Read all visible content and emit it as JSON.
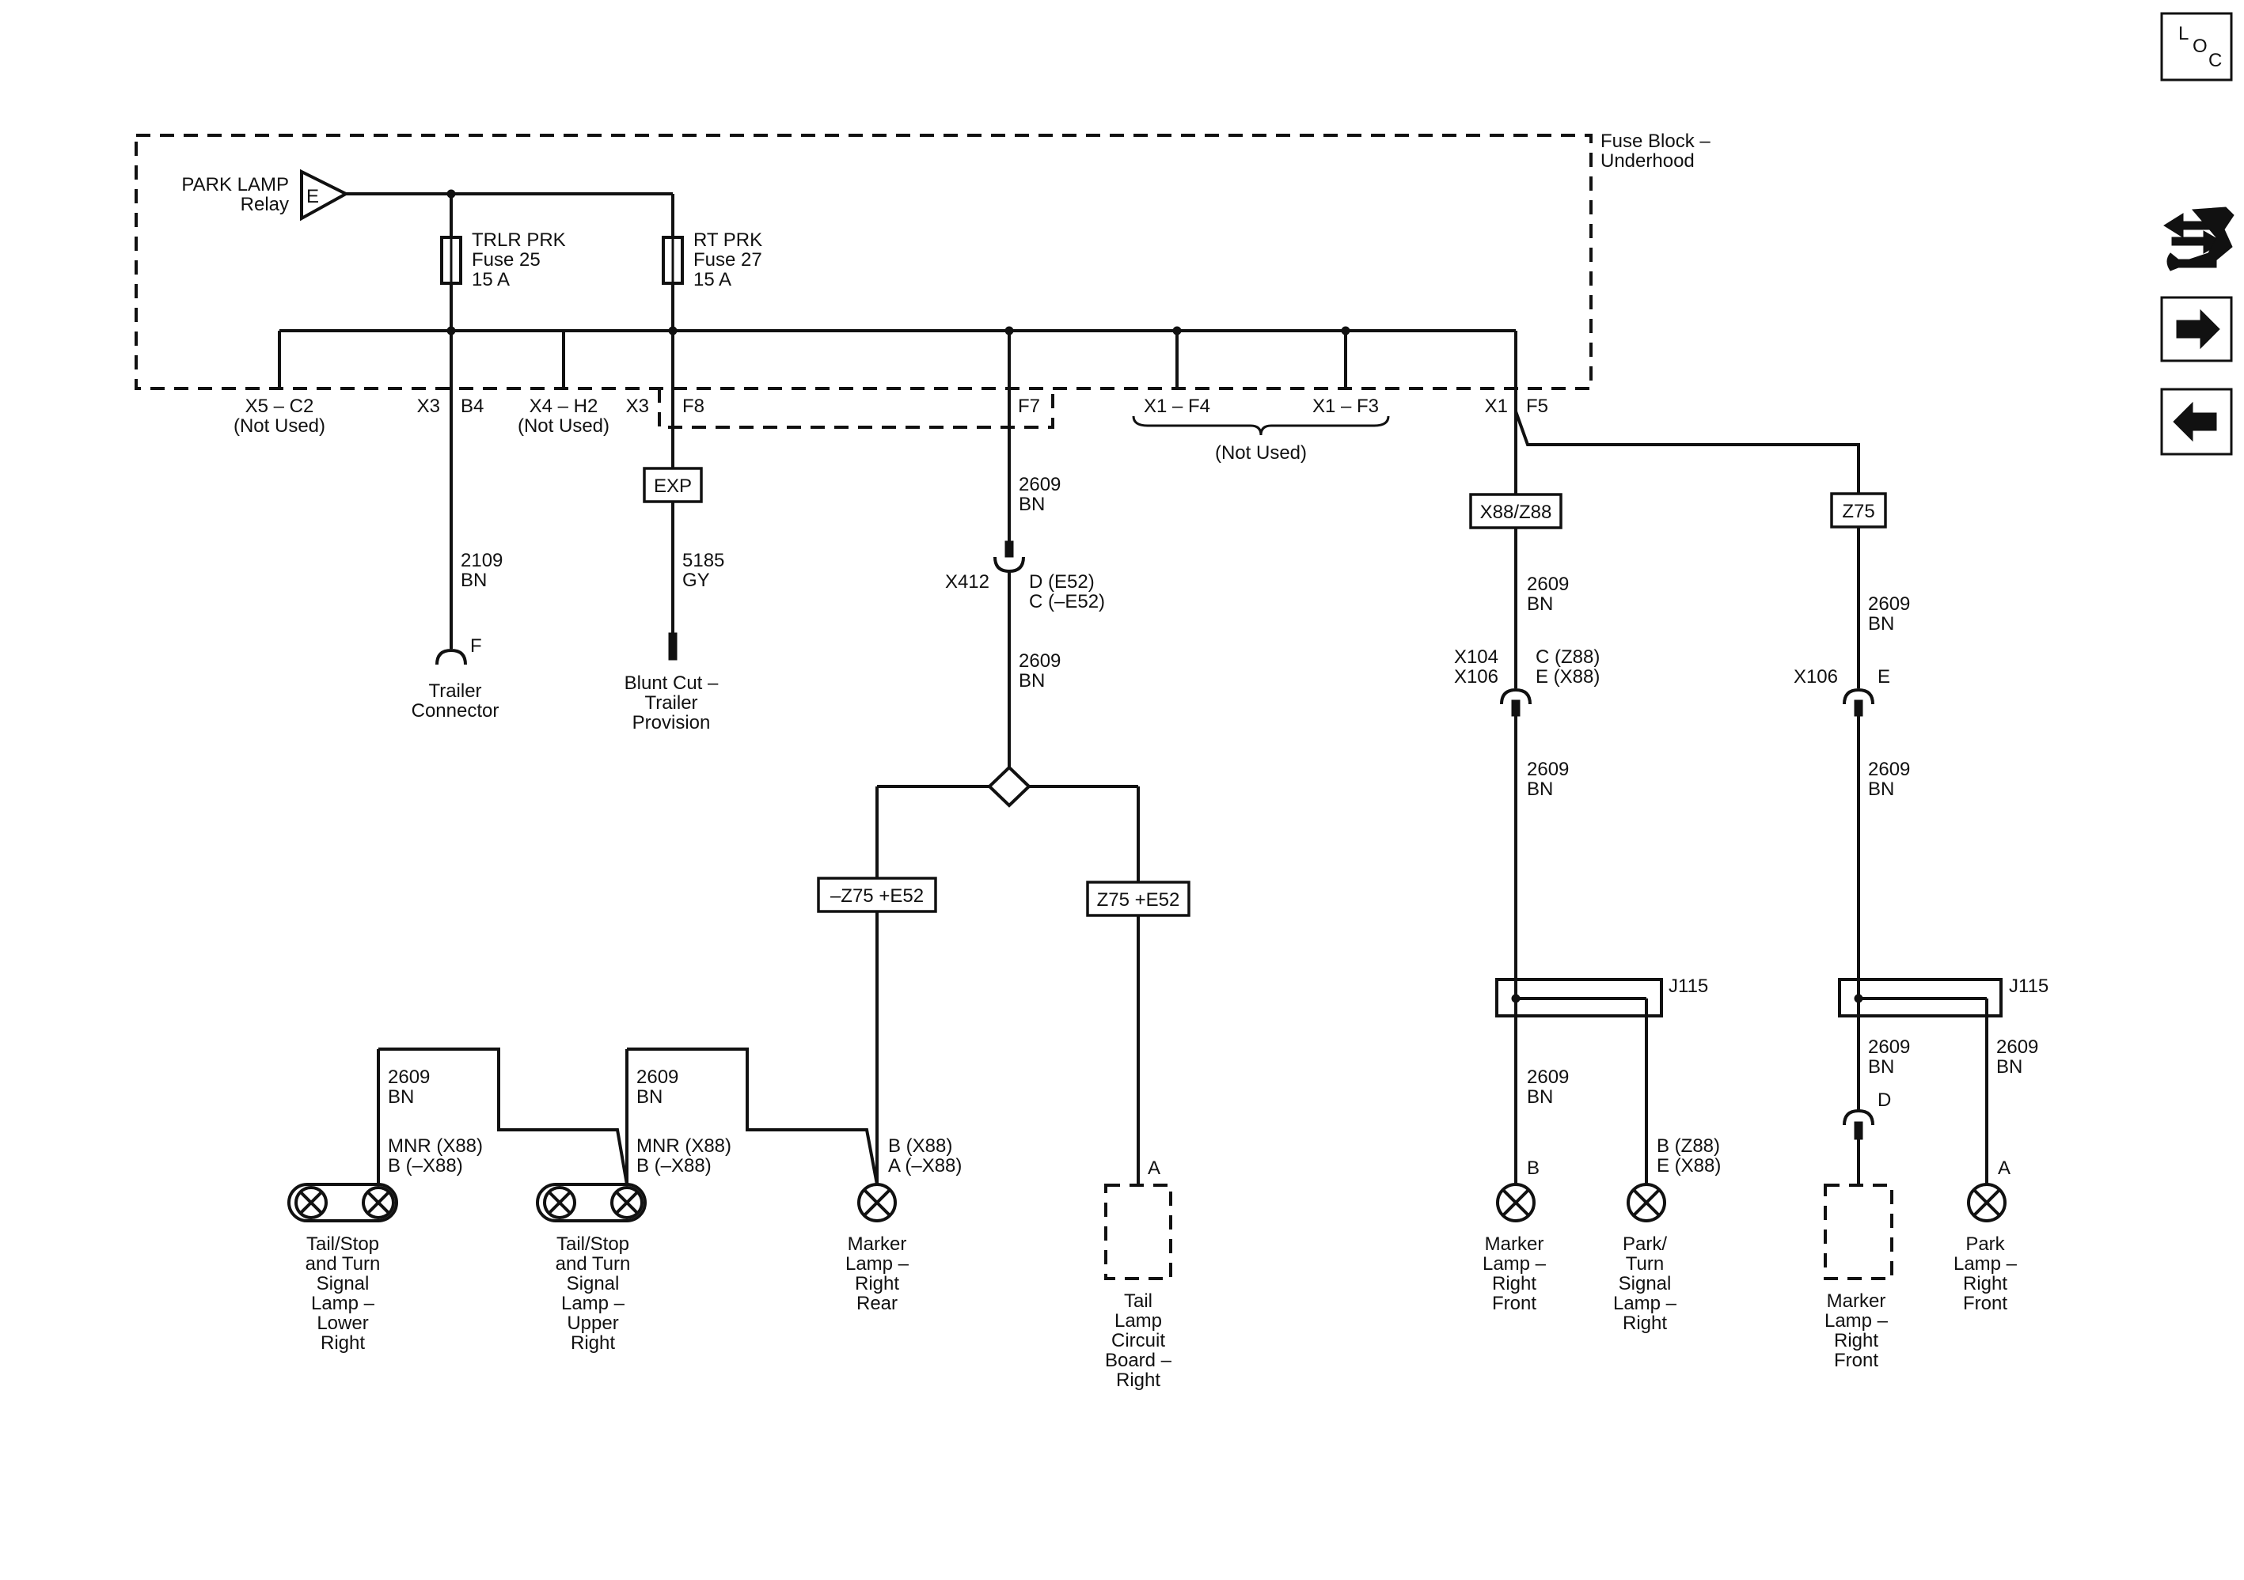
{
  "fuse_block": {
    "title_line1": "Fuse Block –",
    "title_line2": "Underhood"
  },
  "relay": {
    "line1": "PARK LAMP",
    "line2": "Relay",
    "pin": "E"
  },
  "fuse25": {
    "line1": "TRLR PRK",
    "line2": "Fuse 25",
    "line3": "15 A"
  },
  "fuse27": {
    "line1": "RT PRK",
    "line2": "Fuse 27",
    "line3": "15 A"
  },
  "pins": {
    "x5c2": "X5 – C2",
    "x5c2_note": "(Not Used)",
    "x3_a": "X3",
    "b4": "B4",
    "x4h2": "X4 – H2",
    "x4h2_note": "(Not Used)",
    "x3_b": "X3",
    "f8": "F8",
    "f7": "F7",
    "x1f4": "X1 – F4",
    "x1f3": "X1 – F3",
    "x1f_note": "(Not Used)",
    "x1": "X1",
    "f5": "F5"
  },
  "options": {
    "exp": "EXP",
    "x88z88": "X88/Z88",
    "z75": "Z75",
    "minus_z75_e52": "–Z75 +E52",
    "z75_e52": "Z75 +E52"
  },
  "wires": {
    "trailer_wire": {
      "num": "2109",
      "color": "BN"
    },
    "blunt_wire": {
      "num": "5185",
      "color": "GY"
    },
    "f7_wire": {
      "num": "2609",
      "color": "BN"
    },
    "after_x412": {
      "num": "2609",
      "color": "BN"
    },
    "x88_upper": {
      "num": "2609",
      "color": "BN"
    },
    "x88_lower": {
      "num": "2609",
      "color": "BN"
    },
    "z75_upper": {
      "num": "2609",
      "color": "BN"
    },
    "z75_lower": {
      "num": "2609",
      "color": "BN"
    },
    "lower_left": {
      "num": "2609",
      "color": "BN"
    },
    "upper_left": {
      "num": "2609",
      "color": "BN"
    },
    "j115a_out": {
      "num": "2609",
      "color": "BN"
    },
    "j115b_out1": {
      "num": "2609",
      "color": "BN"
    },
    "j115b_out2": {
      "num": "2609",
      "color": "BN"
    }
  },
  "connectors": {
    "trailer_pin": "F",
    "x412": "X412",
    "x412_pin1": "D (E52)",
    "x412_pin2": "C (–E52)",
    "x104": "X104",
    "x106": "X106",
    "x104_pin1": "C (Z88)",
    "x104_pin2": "E (X88)",
    "x106_z75": "X106",
    "x106_z75_pin": "E",
    "j115_a": "J115",
    "j115_b": "J115",
    "lower_pin1": "MNR (X88)",
    "lower_pin2": "B (–X88)",
    "upper_pin1": "MNR (X88)",
    "upper_pin2": "B (–X88)",
    "marker_rear_pin1": "B (X88)",
    "marker_rear_pin2": "A (–X88)",
    "tail_board_pin": "A",
    "marker_front_pin": "B",
    "park_turn_pin1": "B (Z88)",
    "park_turn_pin2": "E (X88)",
    "marker_front2_pin": "D",
    "park_front_pin": "A"
  },
  "components": {
    "trailer_connector": [
      "Trailer",
      "Connector"
    ],
    "blunt_cut": [
      "Blunt Cut –",
      "Trailer",
      "Provision"
    ],
    "tail_lower": [
      "Tail/Stop",
      "and Turn",
      "Signal",
      "Lamp –",
      "Lower",
      "Right"
    ],
    "tail_upper": [
      "Tail/Stop",
      "and Turn",
      "Signal",
      "Lamp –",
      "Upper",
      "Right"
    ],
    "marker_rear": [
      "Marker",
      "Lamp –",
      "Right",
      "Rear"
    ],
    "tail_board": [
      "Tail",
      "Lamp",
      "Circuit",
      "Board –",
      "Right"
    ],
    "marker_front": [
      "Marker",
      "Lamp –",
      "Right",
      "Front"
    ],
    "park_turn": [
      "Park/",
      "Turn",
      "Signal",
      "Lamp –",
      "Right"
    ],
    "marker_front2": [
      "Marker",
      "Lamp –",
      "Right",
      "Front"
    ],
    "park_front": [
      "Park",
      "Lamp –",
      "Right",
      "Front"
    ]
  },
  "nav": {
    "loc_l": "L",
    "loc_o": "O",
    "loc_c": "C",
    "icons": [
      "loc-icon",
      "system-tools-icon",
      "next-arrow-icon",
      "previous-arrow-icon"
    ]
  }
}
